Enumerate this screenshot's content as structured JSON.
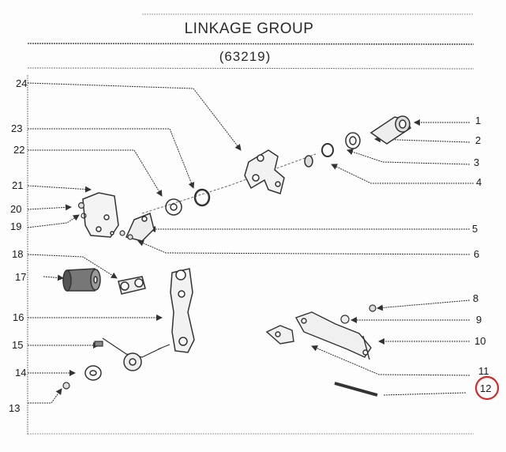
{
  "header": {
    "title": "LINKAGE GROUP",
    "part_number": "(63219)"
  },
  "callouts": {
    "c1": "1",
    "c2": "2",
    "c3": "3",
    "c4": "4",
    "c5": "5",
    "c6": "6",
    "c8": "8",
    "c9": "9",
    "c10": "10",
    "c11": "11",
    "c12": "12",
    "c13": "13",
    "c14": "14",
    "c15": "15",
    "c16": "16",
    "c17": "17",
    "c18": "18",
    "c19": "19",
    "c20": "20",
    "c21": "21",
    "c22": "22",
    "c23": "23",
    "c24": "24"
  },
  "colors": {
    "ink": "#333333",
    "highlight": "#d42a2a"
  },
  "highlighted_callout": "12"
}
